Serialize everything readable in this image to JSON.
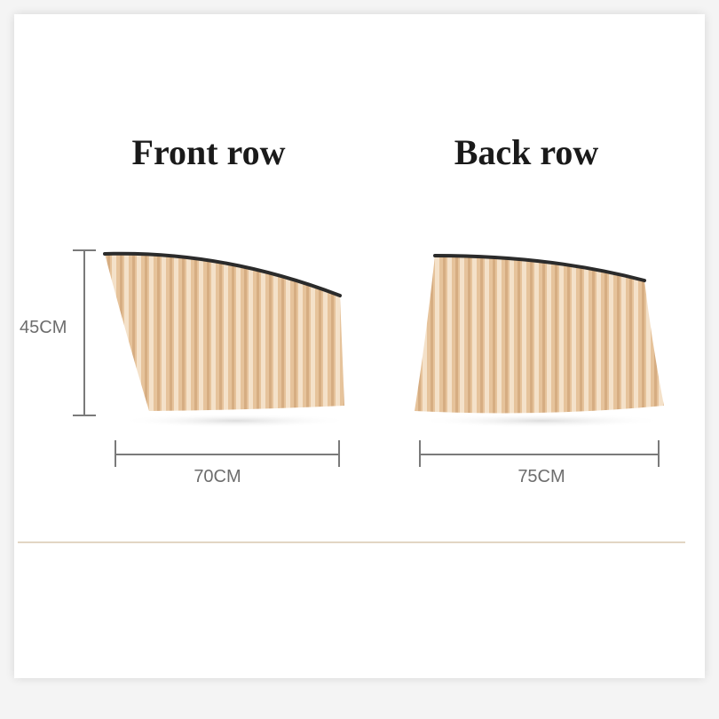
{
  "panels": {
    "front": {
      "title": "Front row",
      "width_label": "70CM",
      "height_label": "45CM"
    },
    "back": {
      "title": "Back row",
      "width_label": "75CM"
    }
  },
  "colors": {
    "curtain": "#e8c9a3",
    "curtain_light": "#f3e0c8",
    "curtain_dark": "#cfa77e",
    "rail": "#2b2b2b",
    "dimension_line": "#7a7a7a",
    "divider": "#e2d6c4"
  }
}
